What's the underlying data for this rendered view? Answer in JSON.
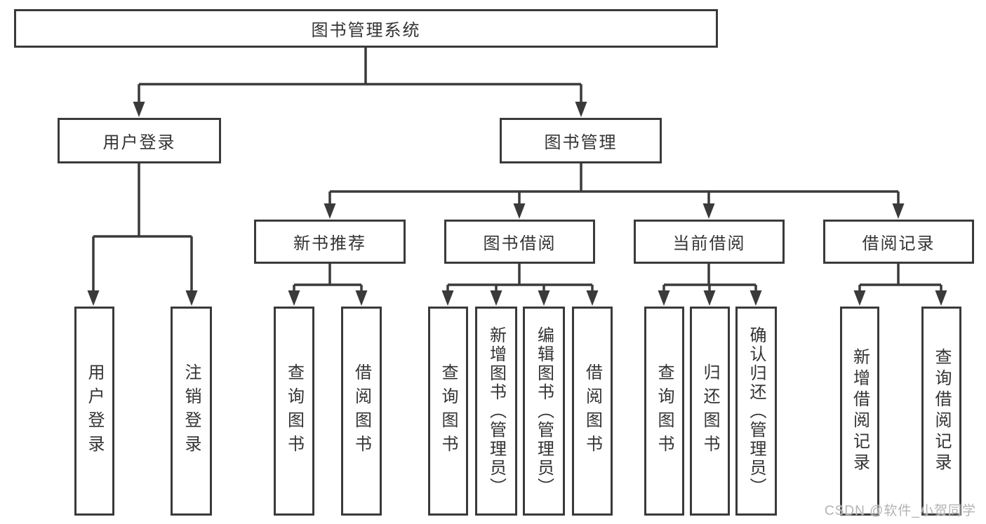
{
  "diagram": {
    "type": "hierarchy-tree",
    "title": "图书管理系统"
  },
  "nodes": {
    "root": "图书管理系统",
    "user_login_group": "用户登录",
    "book_mgmt": "图书管理",
    "user_login": "用户登录",
    "logout": "注销登录",
    "new_book_rec": "新书推荐",
    "book_borrow": "图书借阅",
    "current_borrow": "当前借阅",
    "borrow_records": "借阅记录",
    "nbr_query_books": "查询图书",
    "nbr_borrow_books": "借阅图书",
    "bb_query_books": "查询图书",
    "bb_add_books": "新增图书（管理员）",
    "bb_edit_books": "编辑图书（管理员）",
    "bb_borrow_books": "借阅图书",
    "cb_query_books": "查询图书",
    "cb_return_books": "归还图书",
    "cb_confirm_return": "确认归还（管理员）",
    "br_add_record": "新增借阅记录",
    "br_query_record": "查询借阅记录"
  },
  "hierarchy": {
    "图书管理系统": {
      "用户登录": [
        "用户登录",
        "注销登录"
      ],
      "图书管理": {
        "新书推荐": [
          "查询图书",
          "借阅图书"
        ],
        "图书借阅": [
          "查询图书",
          "新增图书（管理员）",
          "编辑图书（管理员）",
          "借阅图书"
        ],
        "当前借阅": [
          "查询图书",
          "归还图书",
          "确认归还（管理员）"
        ],
        "借阅记录": [
          "新增借阅记录",
          "查询借阅记录"
        ]
      }
    }
  },
  "watermark": "CSDN @软件_小贺同学",
  "colors": {
    "line": "#3a3a3a",
    "text": "#333333",
    "background": "#ffffff",
    "watermark": "#b3b3b3"
  }
}
